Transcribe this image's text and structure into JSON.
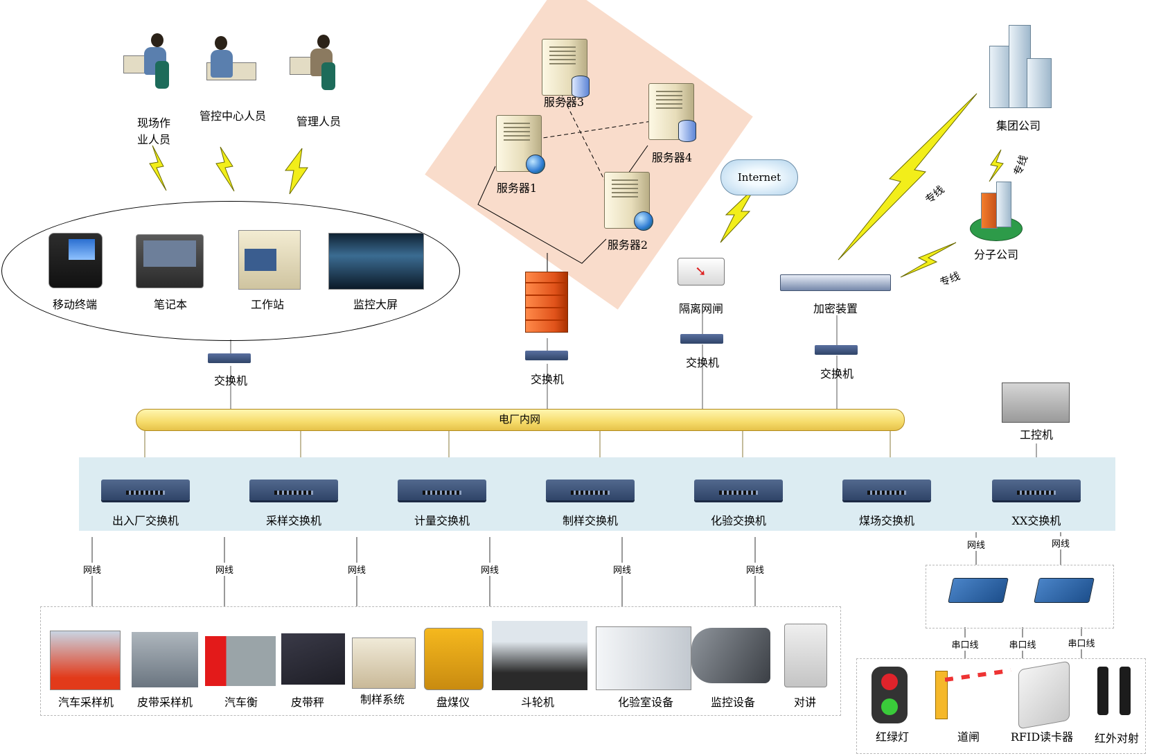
{
  "users": {
    "field_operator": "现场作\n业人员",
    "control_center": "管控中心人员",
    "manager": "管理人员"
  },
  "terminals": [
    "移动终端",
    "笔记本",
    "工作站",
    "监控大屏"
  ],
  "servers": [
    "服务器1",
    "服务器2",
    "服务器3",
    "服务器4"
  ],
  "internet": "Internet",
  "isolation_gateway": "隔离网闸",
  "encryption_device": "加密装置",
  "group_company": "集团公司",
  "subsidiary": "分子公司",
  "dedicated_line": "专线",
  "switch_label": "交换机",
  "backbone": "电厂内网",
  "industrial_pc": "工控机",
  "core_switches": [
    "出入厂交换机",
    "采样交换机",
    "计量交换机",
    "制样交换机",
    "化验交换机",
    "煤场交换机",
    "XX交换机"
  ],
  "network_cable": "网线",
  "serial_cable": "串口线",
  "field_devices": [
    "汽车采样机",
    "皮带采样机",
    "汽车衡",
    "皮带秤",
    "制样系统",
    "盘煤仪",
    "斗轮机",
    "化验室设备",
    "监控设备",
    "对讲"
  ],
  "peripheral_devices": [
    "红绿灯",
    "道闸",
    "RFID读卡器",
    "红外对射"
  ],
  "colors": {
    "server_zone": "#f9dccb",
    "backbone": "#f6dc6b",
    "switch_band": "#dcecf2",
    "lightning": "#f2ee1a"
  }
}
